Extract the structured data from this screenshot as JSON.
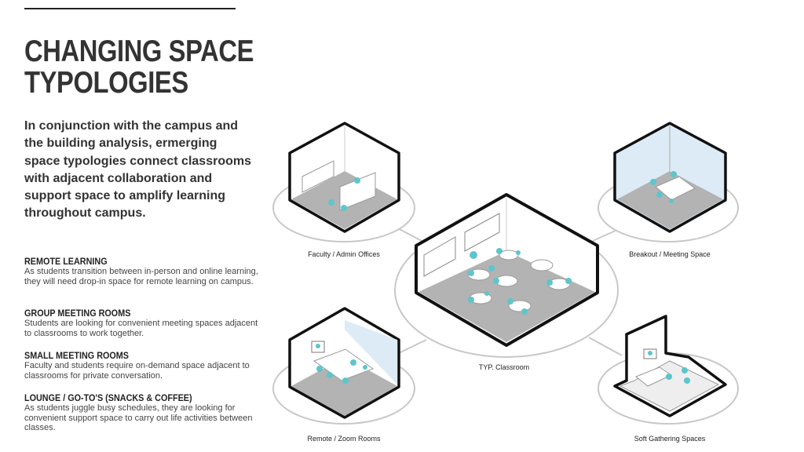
{
  "title_lines": [
    "CHANGING SPACE",
    "TYPOLOGIES"
  ],
  "intro": "In conjunction with the campus and the building analysis, ermerging space typologies connect classrooms with adjacent collaboration and support space to amplify learning throughout campus.",
  "sections": [
    {
      "heading": "REMOTE LEARNING",
      "body": "As students transition between in-person and online learning, they will need drop-in space for remote learning on campus."
    },
    {
      "heading": "GROUP MEETING ROOMS",
      "body": "Students are looking for convenient meeting spaces adjacent to classrooms to work together."
    },
    {
      "heading": "SMALL MEETING ROOMS",
      "body": "Faculty and students require on-demand space adjacent to classrooms for private conversation."
    },
    {
      "heading": "LOUNGE / GO-TO'S (SNACKS & COFFEE)",
      "body": "As students juggle busy schedules, they are looking for convenient support space to carry out life activities between classes."
    }
  ],
  "diagram": {
    "center_label": "TYP. Classroom",
    "spaces": [
      {
        "label": "Faculty / Admin Offices"
      },
      {
        "label": "Breakout / Meeting Space"
      },
      {
        "label": "Remote / Zoom Rooms"
      },
      {
        "label": "Soft Gathering Spaces"
      }
    ],
    "colors": {
      "figure": "#5cc6cc",
      "floor": "#b3b3b3",
      "ring": "#c8c8c8",
      "glass": "#dcebf5"
    }
  }
}
